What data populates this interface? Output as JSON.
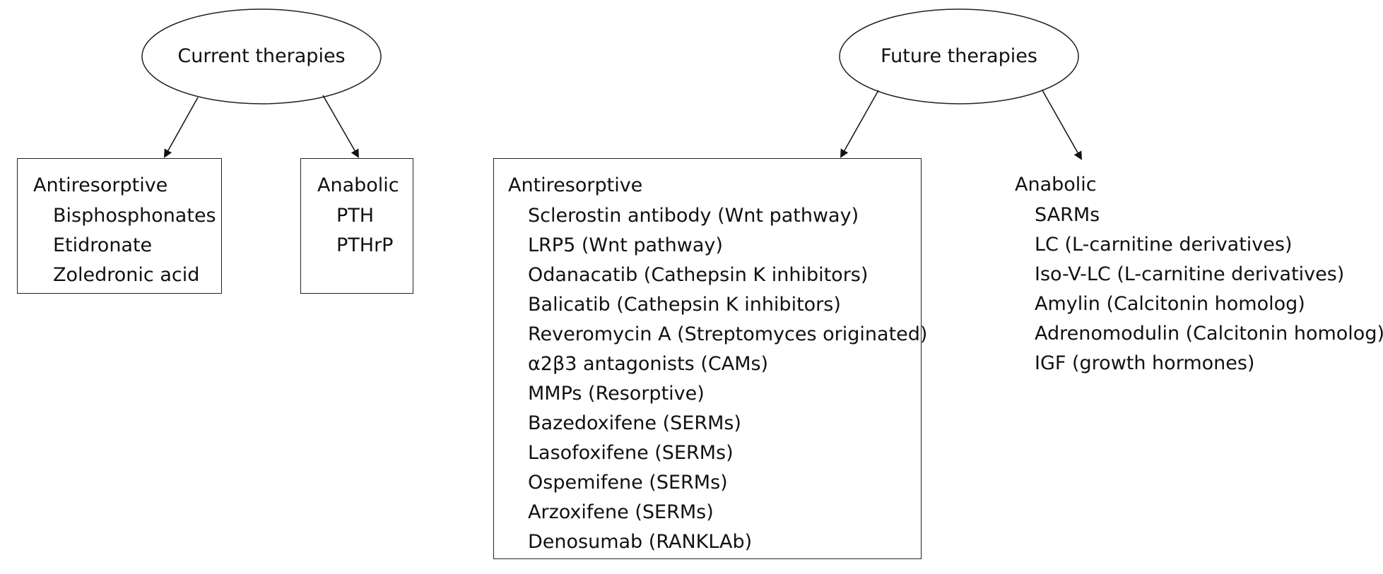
{
  "current": {
    "title": "Current therapies",
    "antiresorptive": {
      "heading": "Antiresorptive",
      "items": [
        "Bisphosphonates",
        "Etidronate",
        "Zoledronic acid"
      ]
    },
    "anabolic": {
      "heading": "Anabolic",
      "items": [
        "PTH",
        "PTHrP"
      ]
    }
  },
  "future": {
    "title": "Future therapies",
    "antiresorptive": {
      "heading": "Antiresorptive",
      "items": [
        "Sclerostin antibody (Wnt pathway)",
        "LRP5 (Wnt pathway)",
        "Odanacatib (Cathepsin K inhibitors)",
        "Balicatib (Cathepsin K inhibitors)",
        "Reveromycin A (Streptomyces originated)",
        "α2β3 antagonists (CAMs)",
        "MMPs (Resorptive)",
        "Bazedoxifene (SERMs)",
        "Lasofoxifene (SERMs)",
        "Ospemifene (SERMs)",
        "Arzoxifene (SERMs)",
        "Denosumab (RANKLAb)"
      ]
    },
    "anabolic": {
      "heading": "Anabolic",
      "items": [
        "SARMs",
        "LC (L-carnitine derivatives)",
        "Iso-V-LC (L-carnitine derivatives)",
        "Amylin (Calcitonin homolog)",
        "Adrenomodulin (Calcitonin homolog)",
        "IGF (growth hormones)"
      ]
    }
  }
}
